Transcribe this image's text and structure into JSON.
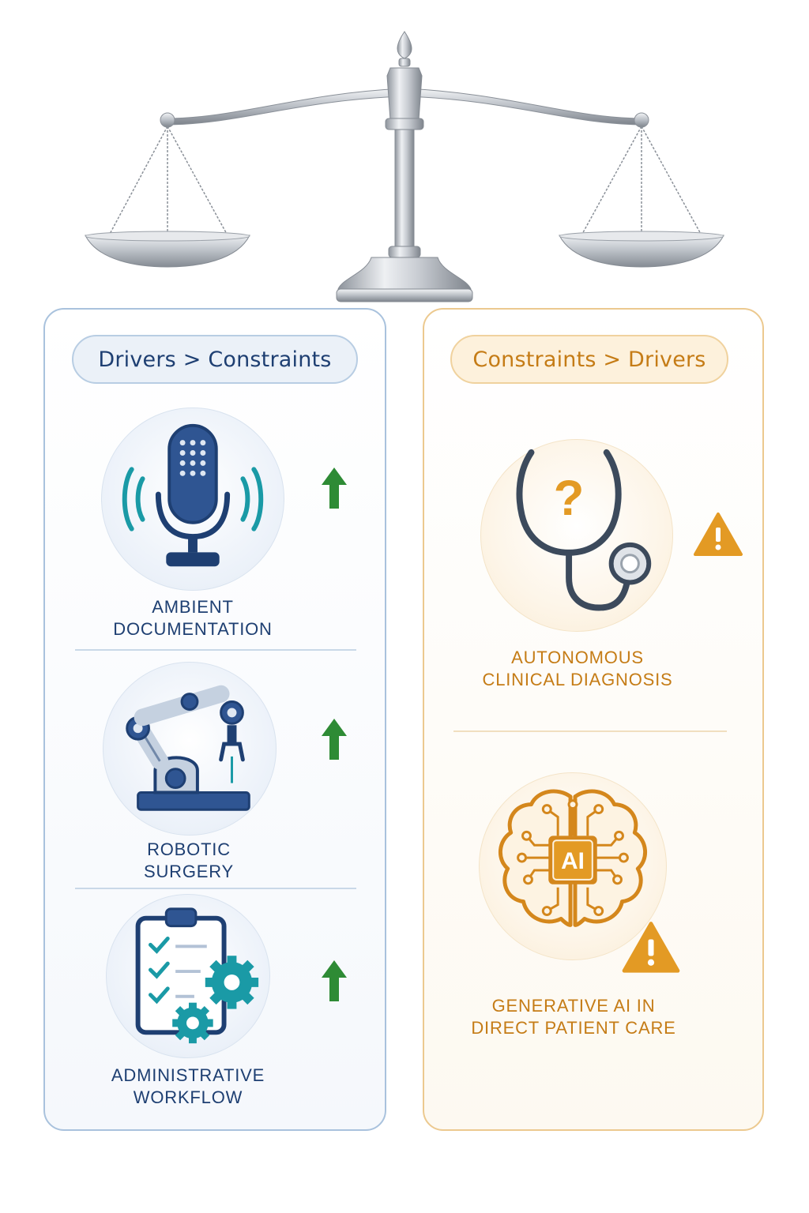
{
  "colors": {
    "blue_dark": "#1e3f72",
    "blue_mid": "#3a5d96",
    "teal": "#1a9aa6",
    "green_arrow": "#2e8b35",
    "orange": "#c57c16",
    "orange_warn": "#e39a24",
    "steel": "#b7bcc4"
  },
  "left_panel": {
    "header": "Drivers > Constraints",
    "items": [
      {
        "label_line1": "AMBIENT",
        "label_line2": "DOCUMENTATION",
        "icon": "microphone-icon",
        "indicator": "up-arrow-icon"
      },
      {
        "label_line1": "ROBOTIC",
        "label_line2": "SURGERY",
        "icon": "robotic-arm-icon",
        "indicator": "up-arrow-icon"
      },
      {
        "label_line1": "ADMINISTRATIVE",
        "label_line2": "WORKFLOW",
        "icon": "clipboard-gears-icon",
        "indicator": "up-arrow-icon"
      }
    ]
  },
  "right_panel": {
    "header": "Constraints > Drivers",
    "items": [
      {
        "label_line1": "AUTONOMOUS",
        "label_line2": "CLINICAL DIAGNOSIS",
        "icon": "stethoscope-question-icon",
        "indicator": "warning-icon",
        "glyph": "?"
      },
      {
        "label_line1": "GENERATIVE AI IN",
        "label_line2": "DIRECT PATIENT CARE",
        "icon": "ai-brain-icon",
        "indicator": "warning-icon",
        "chip_text": "AI"
      }
    ]
  },
  "scale": {
    "icon": "balance-scale-icon"
  }
}
